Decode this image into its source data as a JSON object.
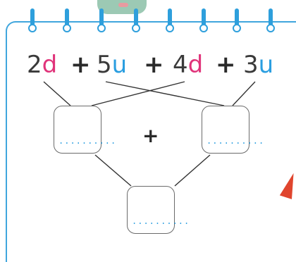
{
  "expression": {
    "terms": [
      {
        "number": "2",
        "unit": "d",
        "unit_color": "#e0337a"
      },
      {
        "number": "5",
        "unit": "u",
        "unit_color": "#2a9ee0"
      },
      {
        "number": "4",
        "unit": "d",
        "unit_color": "#e0337a"
      },
      {
        "number": "3",
        "unit": "u",
        "unit_color": "#2a9ee0"
      }
    ],
    "operator": "+"
  },
  "answer_boxes": {
    "left_placeholder": "..........",
    "right_placeholder": "..........",
    "bottom_placeholder": "..........",
    "between_operator": "+"
  },
  "colors": {
    "card_border": "#40a6dd",
    "ring": "#2e9fdc",
    "tens": "#e0337a",
    "units": "#2a9ee0"
  }
}
